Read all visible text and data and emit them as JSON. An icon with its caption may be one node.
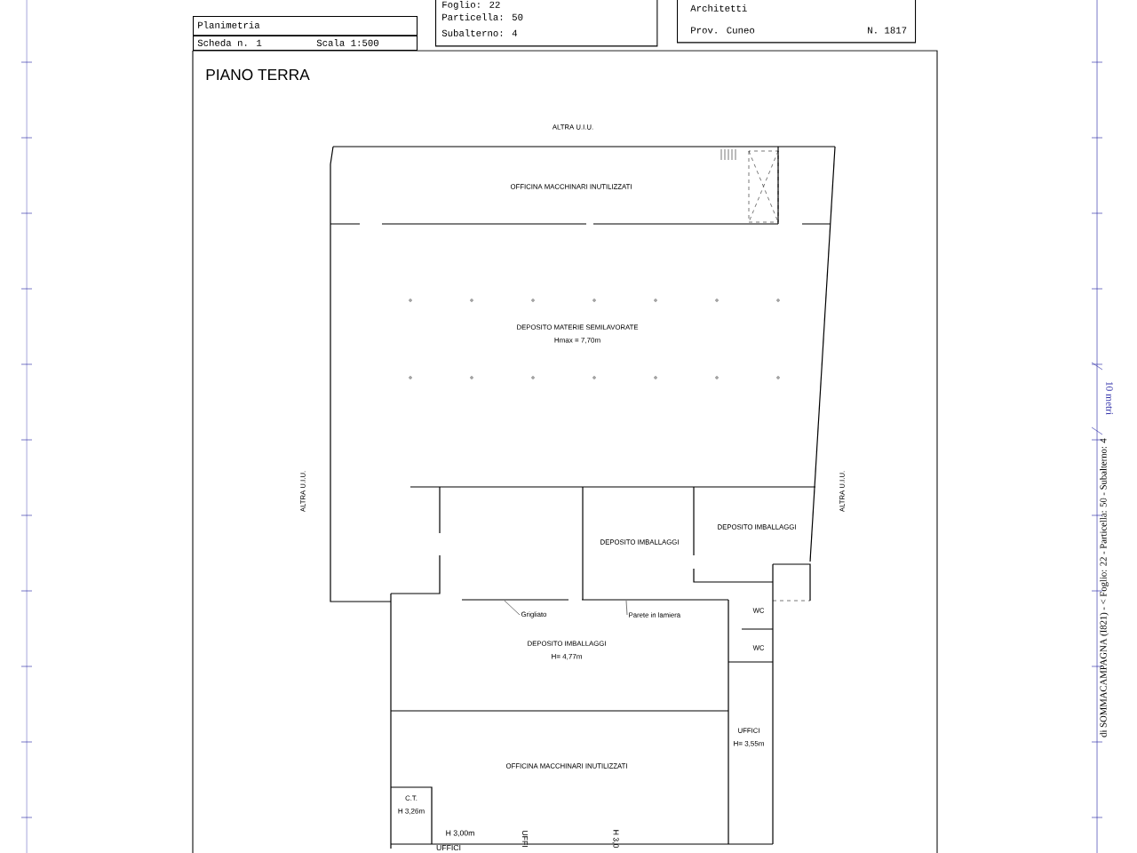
{
  "diagram": {
    "title": "PIANO TERRA",
    "nodes": [
      {
        "text": [
          "Planimetria"
        ]
      },
      {
        "text": [
          "Scheda n. 1",
          "Scala 1:500"
        ]
      },
      {
        "text": [
          "Foglio: 22",
          "Particella: 50",
          "Subalterno: 4"
        ]
      },
      {
        "text": [
          "Architetti",
          "Prov. Cuneo",
          "N. 1817"
        ]
      },
      {
        "text": [
          "OFFICINA MACCHINARI INUTILIZZATI"
        ]
      },
      {
        "text": [
          "DEPOSITO MATERIE SEMILAVORATE",
          "Hmax = 7,70m"
        ]
      },
      {
        "text": [
          "DEPOSITO IMBALLAGGI"
        ]
      },
      {
        "text": [
          "DEPOSITO IMBALLAGGI"
        ]
      },
      {
        "text": [
          "DEPOSITO IMBALLAGGI",
          "H= 4,77m"
        ]
      },
      {
        "text": [
          "WC"
        ]
      },
      {
        "text": [
          "WC"
        ]
      },
      {
        "text": [
          "UFFICI",
          "H= 3,55m"
        ]
      },
      {
        "text": [
          "OFFICINA MACCHINARI INUTILIZZATI"
        ]
      },
      {
        "text": [
          "C.T.",
          "H 3,26m"
        ]
      },
      {
        "text": [
          "Grigliato"
        ]
      },
      {
        "text": [
          "Parete in lamiera"
        ]
      }
    ],
    "edges": [
      {
        "from": 14,
        "to": null,
        "arrow": "none"
      },
      {
        "from": 15,
        "to": null,
        "arrow": "none"
      }
    ],
    "labels": [
      "ALTRA U.I.U.",
      "ALTRA U.I.U.",
      "ALTRA U.I.U.",
      "H 3,00m",
      "UFFICI",
      "UFFI",
      "H 3,0",
      "10 metri",
      "di SOMMACAMPAGNA (I821) - < Foglio: 22 - Particella: 50 - Subalterno: 4"
    ]
  }
}
